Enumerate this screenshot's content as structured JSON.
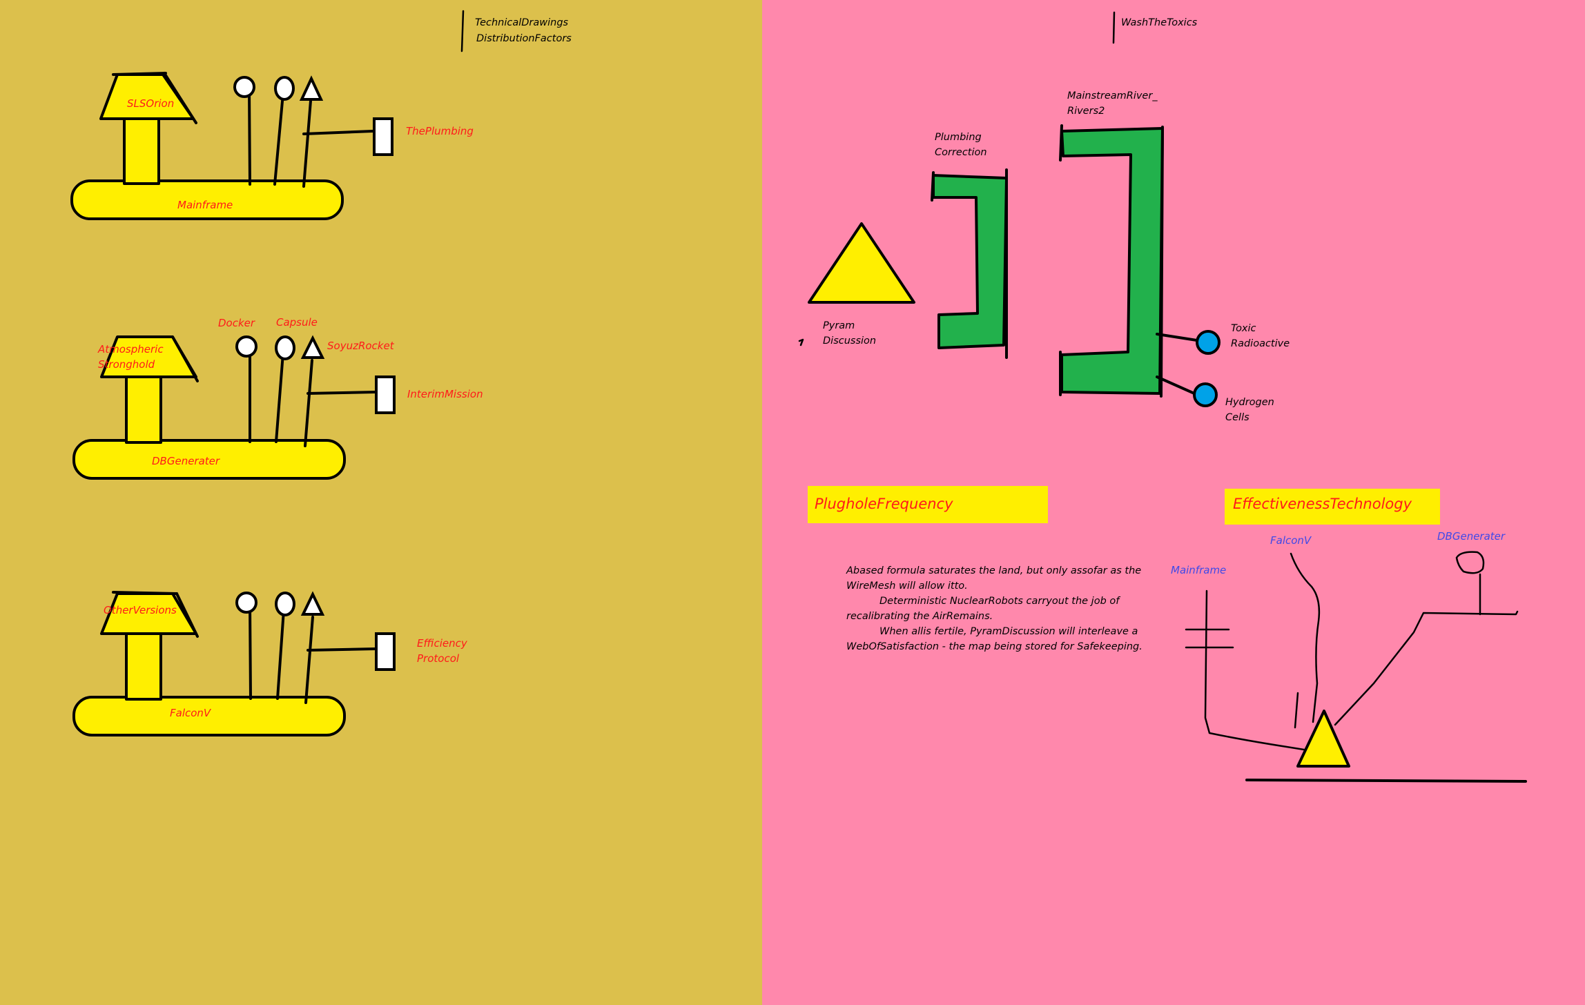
{
  "colors": {
    "left_background": "#dcc04c",
    "right_background": "#ff88ac",
    "shape_fill": "#ffef00",
    "river_fill": "#22b14c",
    "node_fill": "#00a2e8",
    "label_red": "#ff1a1a",
    "label_blue": "#3f49e8"
  },
  "left_panel": {
    "header_line1": "TechnicalDrawings",
    "header_line2": "DistributionFactors",
    "machines": [
      {
        "top_label": "SLSOrion",
        "base_label": "Mainframe",
        "box_label": "ThePlumbing",
        "box_label_line2": ""
      },
      {
        "top_label": "Atmospheric",
        "top_label_line2": "Stronghold",
        "base_label": "DBGenerater",
        "box_label": "InterimMission",
        "box_label_line2": "",
        "pin_labels": [
          "Docker",
          "Capsule",
          "SoyuzRocket"
        ]
      },
      {
        "top_label": "OtherVersions",
        "base_label": "FalconV",
        "box_label": "Efficiency",
        "box_label_line2": "Protocol"
      }
    ]
  },
  "right_panel": {
    "header": "WashTheToxics",
    "pyram_label_line1": "Pyram",
    "pyram_label_line2": "Discussion",
    "plumbing_label_line1": "Plumbing",
    "plumbing_label_line2": "Correction",
    "river_label_line1": "MainstreamRiver_",
    "river_label_line2": "Rivers2",
    "node1_line1": "Toxic",
    "node1_line2": "Radioactive",
    "node2_line1": "Hydrogen",
    "node2_line2": "Cells",
    "plughole_title": "PlugholeFrequency",
    "effectiveness_title": "EffectivenessTechnology",
    "paragraph_lines": [
      "Abased formula saturates the land, but only assofar as the",
      "WireMesh will allow itto.",
      "Deterministic NuclearRobots carryout the job of",
      "recalibrating the AirRemains.",
      "When allis fertile, PyramDiscussion will interleave a",
      "WebOfSatisfaction - the map being stored for Safekeeping."
    ],
    "tree_labels": [
      "Mainframe",
      "FalconV",
      "DBGenerater"
    ]
  }
}
